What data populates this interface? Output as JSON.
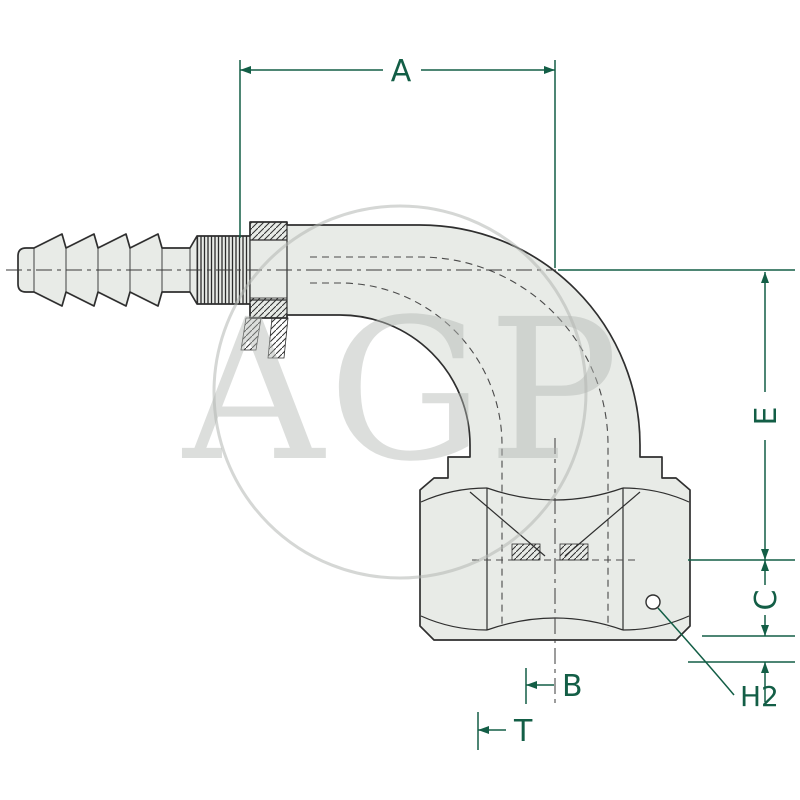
{
  "drawing": {
    "watermark": "AGP",
    "dimensions": {
      "a": {
        "label": "A"
      },
      "b": {
        "label": "B"
      },
      "t": {
        "label": "T"
      },
      "e": {
        "label": "E"
      },
      "c": {
        "label": "C"
      },
      "h2": {
        "label": "H2"
      }
    }
  },
  "colors": {
    "dimension_green": "#135e46",
    "outline": "#2f2f2f",
    "body_fill": "#e8ebe7",
    "watermark_gray": "#b3b7b3",
    "background": "#ffffff"
  }
}
